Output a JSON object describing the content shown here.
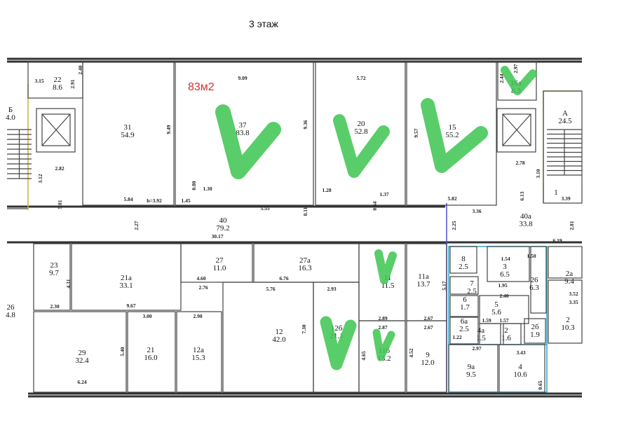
{
  "title": "3 этаж",
  "note": "83м2",
  "colors": {
    "check": "#3cc44f",
    "note": "#d0312d",
    "wall": "#333333",
    "tenant_outline": "#2aa8c8",
    "section_line": "#5050d0"
  },
  "rooms": [
    {
      "num": "22",
      "area": "8.6"
    },
    {
      "num": "31",
      "area": "54.9"
    },
    {
      "num": "37",
      "area": "83.8",
      "checked": true
    },
    {
      "num": "20",
      "area": "52.8",
      "checked": true
    },
    {
      "num": "15",
      "area": "55.2",
      "checked": true
    },
    {
      "num": "16а",
      "area": "8.3",
      "checked": true
    },
    {
      "num": "А",
      "area": "24.5"
    },
    {
      "num": "Б",
      "area": "4.0"
    },
    {
      "num": "40",
      "area": "79.2"
    },
    {
      "num": "40а",
      "area": "33.8"
    },
    {
      "num": "23",
      "area": "9.7"
    },
    {
      "num": "21а",
      "area": "33.1"
    },
    {
      "num": "27",
      "area": "11.0"
    },
    {
      "num": "27а",
      "area": "16.3"
    },
    {
      "num": "29",
      "area": "32.4"
    },
    {
      "num": "21",
      "area": "16.0"
    },
    {
      "num": "12а",
      "area": "15.3"
    },
    {
      "num": "12",
      "area": "42.0"
    },
    {
      "num": "12б",
      "area": "21.1",
      "checked": true
    },
    {
      "num": "11",
      "area": "11.5",
      "checked": true
    },
    {
      "num": "11б",
      "area": "13.2",
      "checked": true
    },
    {
      "num": "11а",
      "area": "13.7"
    },
    {
      "num": "9",
      "area": "12.0"
    },
    {
      "num": "8",
      "area": "2.5"
    },
    {
      "num": "7",
      "area": "2.5"
    },
    {
      "num": "3",
      "area": "6.5"
    },
    {
      "num": "26",
      "area": "6.3"
    },
    {
      "num": "6",
      "area": "1.7"
    },
    {
      "num": "5",
      "area": "5.6"
    },
    {
      "num": "6а",
      "area": "2.5"
    },
    {
      "num": "4а",
      "area": "1.5"
    },
    {
      "num": "2",
      "area": "1.6"
    },
    {
      "num": "2б",
      "area": "1.9"
    },
    {
      "num": "9а",
      "area": "9.5"
    },
    {
      "num": "4",
      "area": "10.6"
    },
    {
      "num": "2а",
      "area": "9.4"
    },
    {
      "num": "2",
      "area": "10.3"
    },
    {
      "num": "26",
      "area": "4.8"
    },
    {
      "num": "1",
      "area": ""
    }
  ],
  "dimensions": [
    "3.15",
    "2.91",
    "2.40",
    "9.49",
    "9.09",
    "9.36",
    "5.72",
    "9.57",
    "2.97",
    "2.44",
    "2.82",
    "3.12",
    "5.81",
    "5.84",
    "h=3.92",
    "1.45",
    "1.30",
    "0.80",
    "5.55",
    "8.11",
    "1.28",
    "1.37",
    "0.64",
    "5.82",
    "3.36",
    "2.78",
    "3.10",
    "6.13",
    "3.39",
    "2.81",
    "2.25",
    "2.27",
    "30.17",
    "6.19",
    "2.30",
    "9.67",
    "4.31",
    "2.76",
    "4.60",
    "6.76",
    "5.76",
    "2.93",
    "2.89",
    "2.87",
    "2.67",
    "2.67",
    "5.17",
    "7.30",
    "3.00",
    "2.90",
    "5.40",
    "6.24",
    "4.65",
    "4.52",
    "2.97",
    "3.43",
    "1.54",
    "1.50",
    "2.40",
    "1.95",
    "1.57",
    "1.59",
    "1.22",
    "3.52",
    "3.35",
    "0.65"
  ]
}
